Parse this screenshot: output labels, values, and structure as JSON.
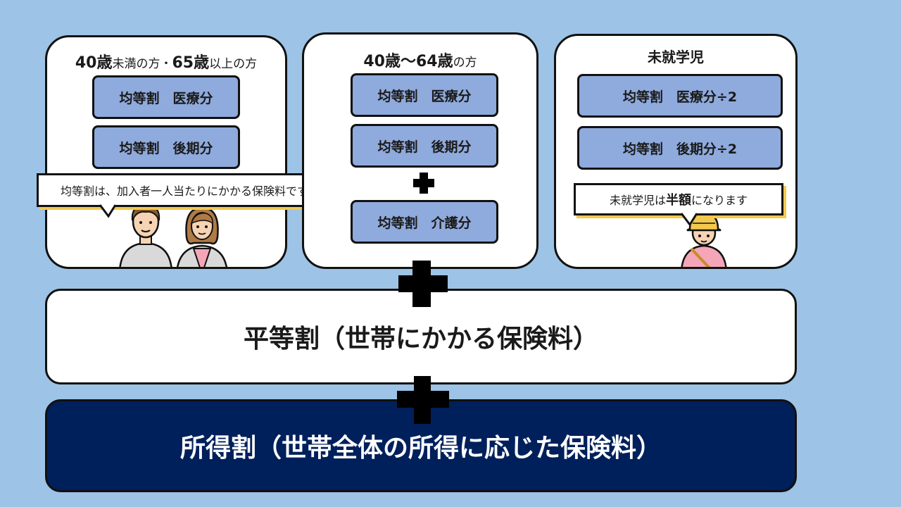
{
  "panels": [
    {
      "title_parts": [
        "40歳",
        "未満の方・",
        "65歳",
        "以上の方"
      ],
      "items": [
        "均等割　医療分",
        "均等割　後期分"
      ],
      "note": "均等割は、加入者一人当たりにかかる保険料です"
    },
    {
      "title_parts": [
        "40歳～64歳",
        "の方"
      ],
      "items": [
        "均等割　医療分",
        "均等割　後期分",
        "均等割　介護分"
      ]
    },
    {
      "title": "未就学児",
      "items": [
        "均等割　医療分÷2",
        "均等割　後期分÷2"
      ],
      "note_parts": [
        "未就学児は",
        "半額",
        "になります"
      ]
    }
  ],
  "flat_rate_label": "平等割（世帯にかかる保険料）",
  "income_rate_label": "所得割（世帯全体の所得に応じた保険料）",
  "colors": {
    "background": "#9dc3e6",
    "pill": "#8faadc",
    "navy_bar": "#00205b",
    "bubble_shadow": "#f2c94c"
  },
  "icons": [
    "plus-icon",
    "man-illustration",
    "woman-illustration",
    "child-illustration"
  ]
}
